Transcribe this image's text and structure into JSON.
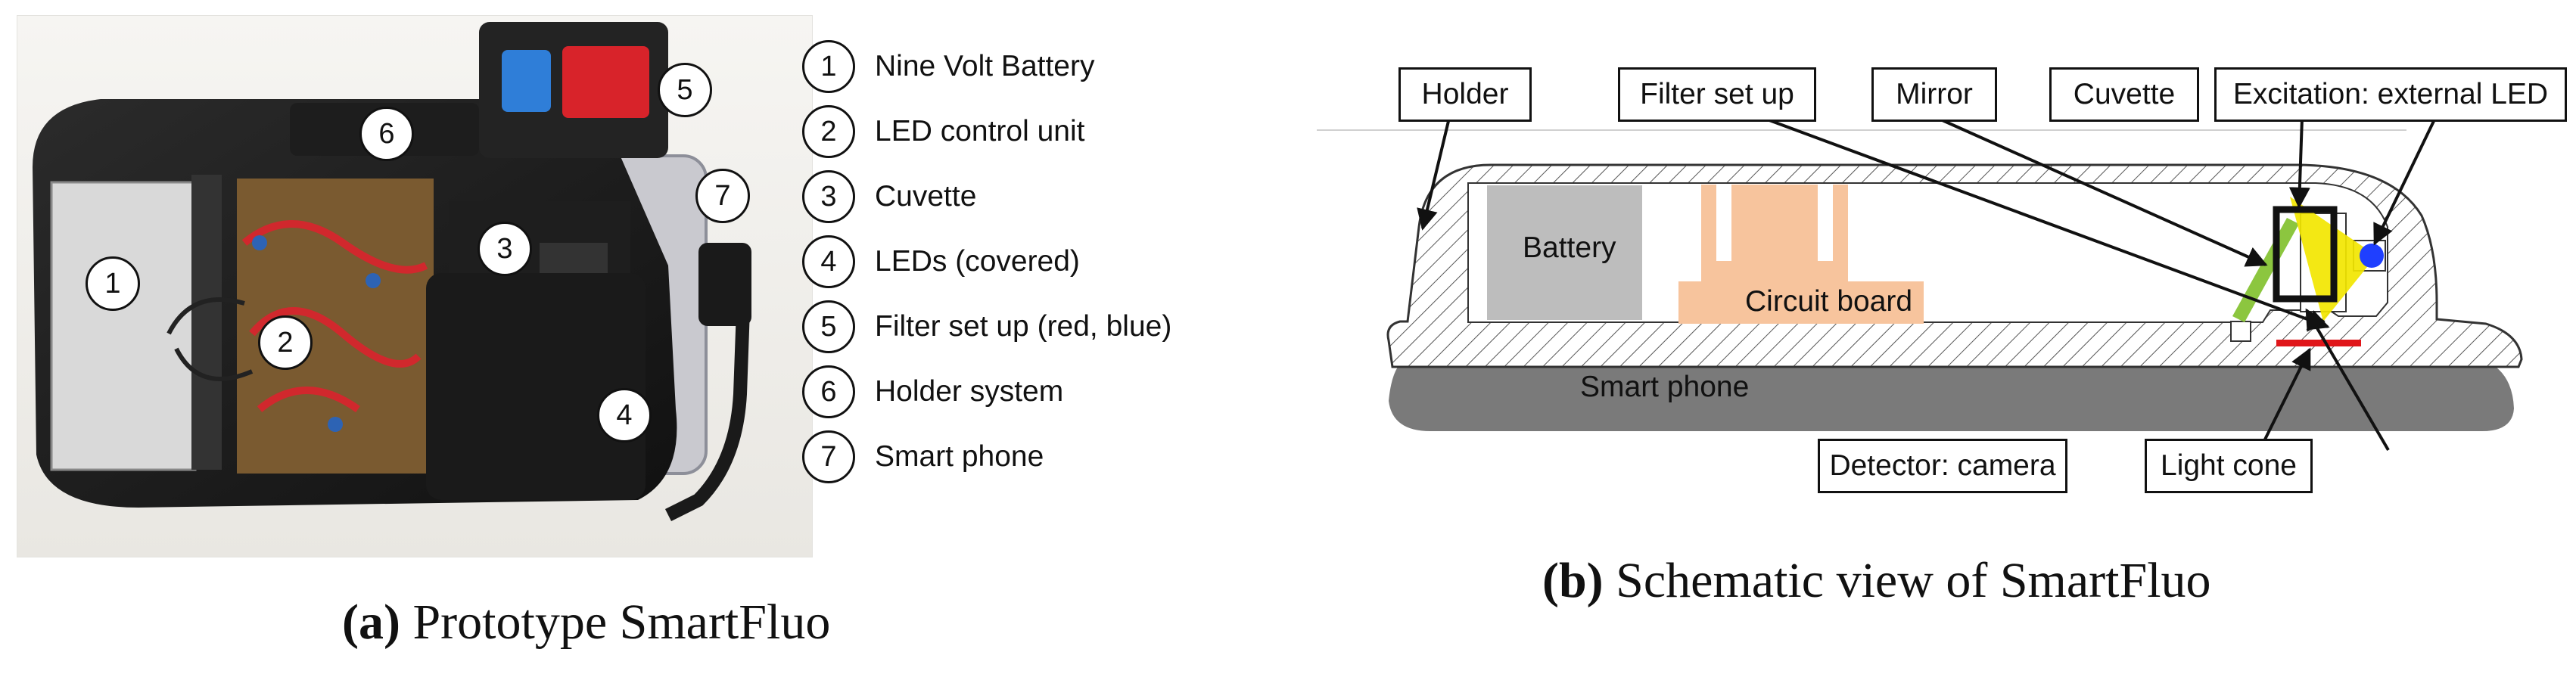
{
  "panel_a": {
    "caption_letter": "(a)",
    "caption_text": " Prototype SmartFluo",
    "photo_callouts": [
      "1",
      "2",
      "3",
      "4",
      "5",
      "6",
      "7"
    ],
    "legend": [
      {
        "num": "1",
        "text": "Nine Volt Battery"
      },
      {
        "num": "2",
        "text": "LED control unit"
      },
      {
        "num": "3",
        "text": "Cuvette"
      },
      {
        "num": "4",
        "text": "LEDs (covered)"
      },
      {
        "num": "5",
        "text": "Filter set up (red, blue)"
      },
      {
        "num": "6",
        "text": "Holder system"
      },
      {
        "num": "7",
        "text": "Smart phone"
      }
    ]
  },
  "panel_b": {
    "caption_letter": "(b)",
    "caption_text": " Schematic view of SmartFluo",
    "labels": {
      "holder": "Holder",
      "filter": "Filter set up",
      "mirror": "Mirror",
      "cuvette": "Cuvette",
      "excitation": "Excitation: external LED",
      "detector": "Detector: camera",
      "light_cone": "Light cone"
    },
    "inline": {
      "battery": "Battery",
      "circuit_board": "Circuit board",
      "smart_phone": "Smart phone"
    },
    "colors": {
      "battery": "#bdbdbd",
      "circuit_board": "#f7c49d",
      "phone": "#7a7a7a",
      "mirror": "#8cc63f",
      "cone": "#f2e600",
      "led": "#1f3fff",
      "detector": "#e0161a"
    }
  }
}
